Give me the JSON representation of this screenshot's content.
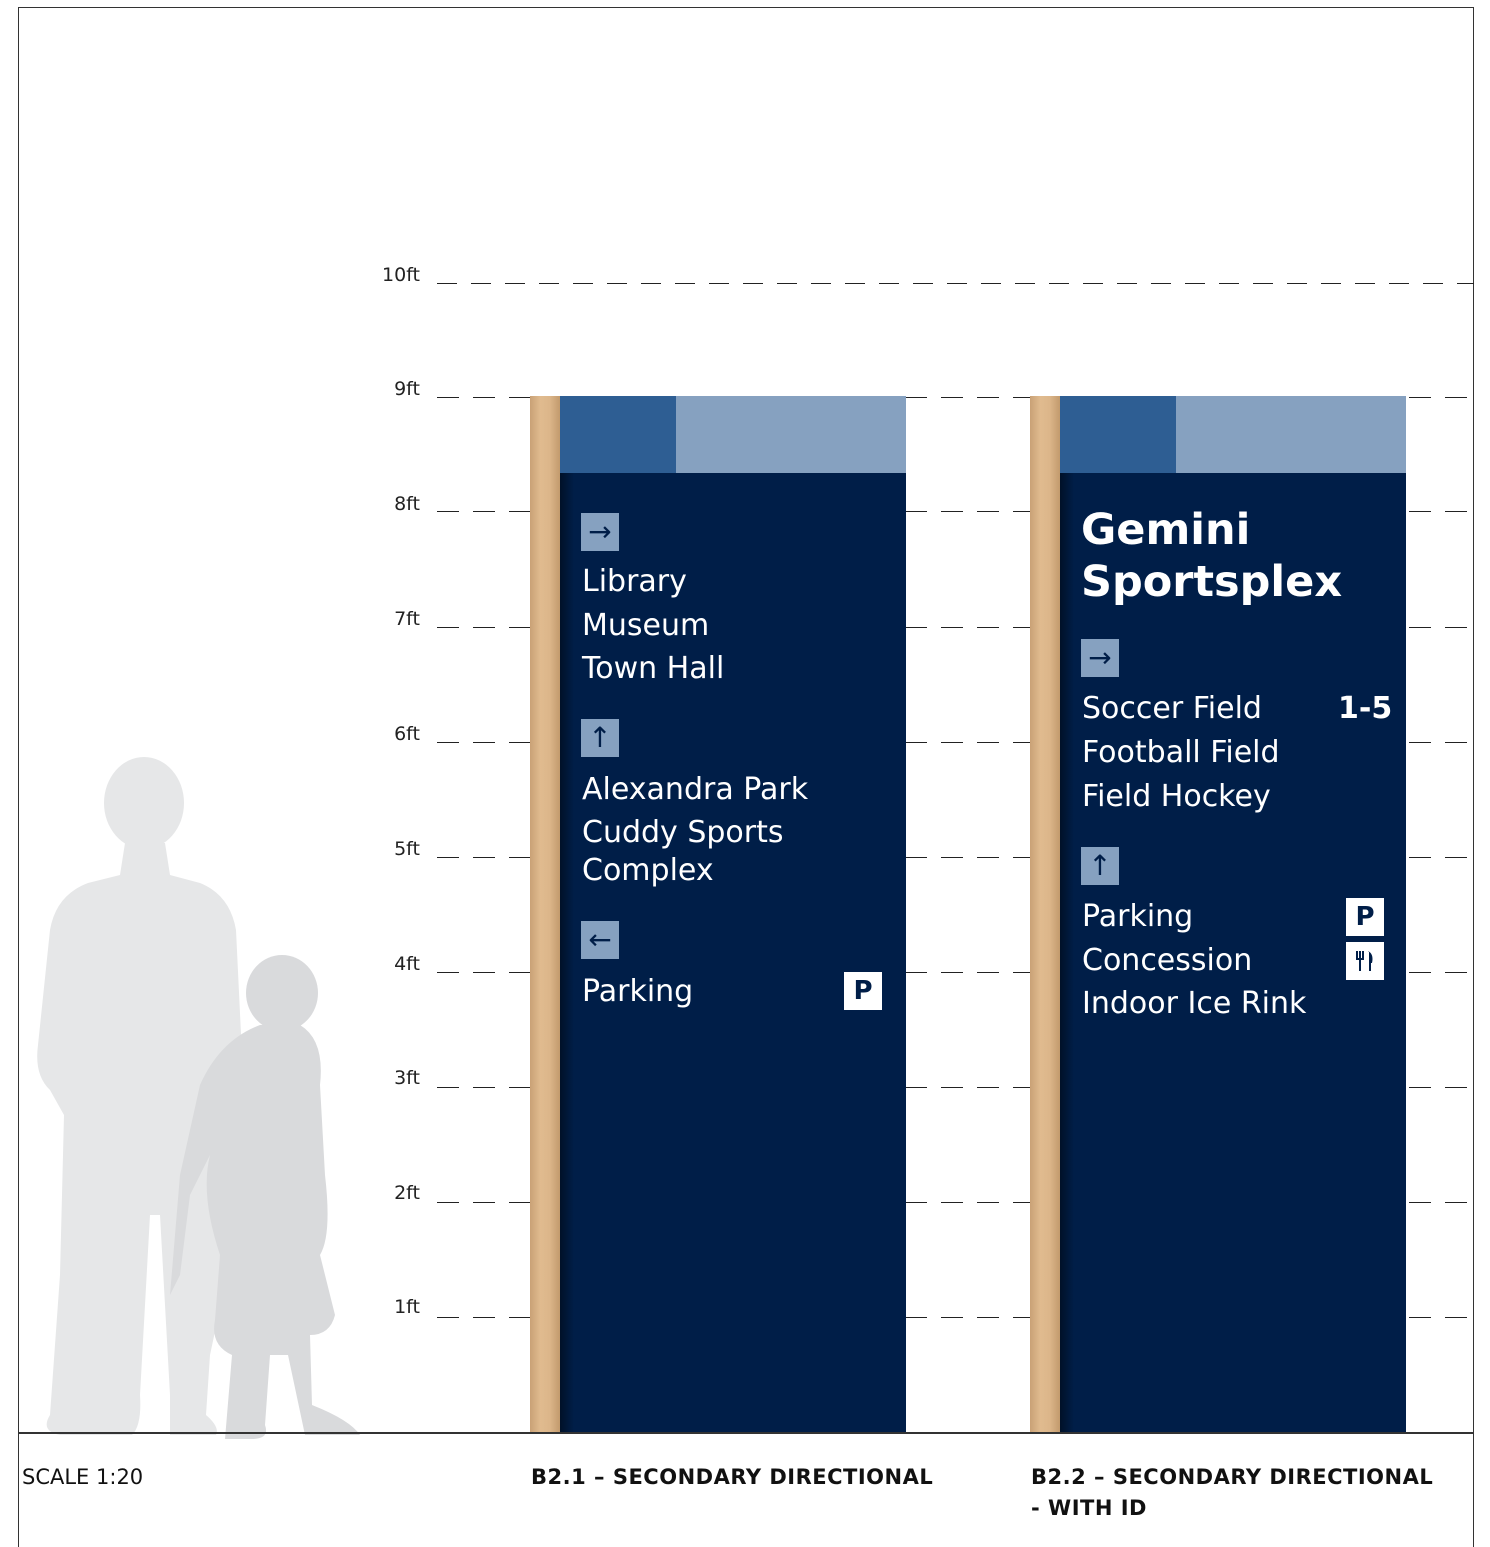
{
  "height_scale": {
    "unit_labels": [
      "10ft",
      "9ft",
      "8ft",
      "7ft",
      "6ft",
      "5ft",
      "4ft",
      "3ft",
      "2ft",
      "1ft"
    ]
  },
  "scale_label": "SCALE 1:20",
  "signs": [
    {
      "caption_line1": "B2.1 – SECONDARY DIRECTIONAL",
      "caption_line2": "",
      "colors": {
        "panel": "#001e48",
        "band_dark": "#2e5e93",
        "band_light": "#86a1c0",
        "post": "#dcb68a"
      },
      "groups": [
        {
          "arrow": "→",
          "arrow_icon": "right-arrow-icon",
          "destinations": [
            "Library",
            "Museum",
            "Town Hall"
          ]
        },
        {
          "arrow": "↑",
          "arrow_icon": "up-arrow-icon",
          "destinations": [
            "Alexandra Park",
            "Cuddy Sports",
            "Complex"
          ]
        },
        {
          "arrow": "←",
          "arrow_icon": "left-arrow-icon",
          "destinations": [
            "Parking"
          ]
        }
      ],
      "parking_symbol": "P"
    },
    {
      "caption_line1": "B2.2 – SECONDARY DIRECTIONAL",
      "caption_line2": "- WITH ID",
      "title_line1": "Gemini",
      "title_line2": "Sportsplex",
      "groups": [
        {
          "arrow": "→",
          "arrow_icon": "right-arrow-icon",
          "destinations": [
            "Soccer Field",
            "Football Field",
            "Field Hockey"
          ],
          "field_numbers": "1-5"
        },
        {
          "arrow": "↑",
          "arrow_icon": "up-arrow-icon",
          "destinations": [
            "Parking",
            "Concession",
            "Indoor Ice Rink"
          ]
        }
      ],
      "parking_symbol": "P",
      "concession_icon": "fork-knife-icon"
    }
  ],
  "figures": [
    "adult-silhouette-icon",
    "child-silhouette-icon"
  ]
}
